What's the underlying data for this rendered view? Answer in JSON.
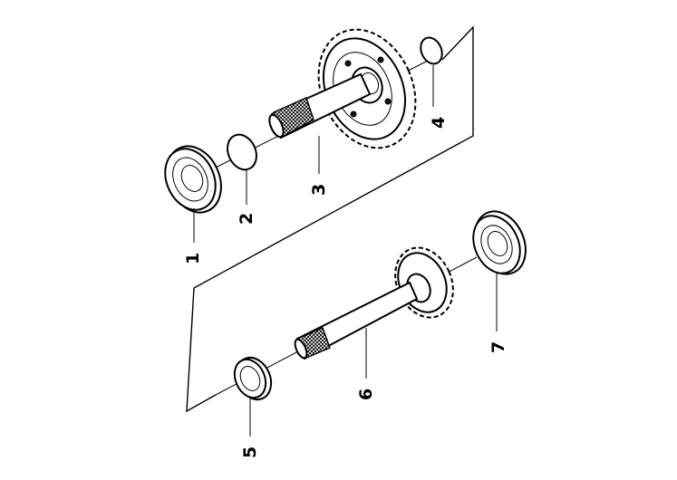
{
  "diagram": {
    "callouts": [
      {
        "id": "c1",
        "label": "1"
      },
      {
        "id": "c2",
        "label": "2"
      },
      {
        "id": "c3",
        "label": "3"
      },
      {
        "id": "c4",
        "label": "4"
      },
      {
        "id": "c5",
        "label": "5"
      },
      {
        "id": "c6",
        "label": "6"
      },
      {
        "id": "c7",
        "label": "7"
      }
    ]
  }
}
